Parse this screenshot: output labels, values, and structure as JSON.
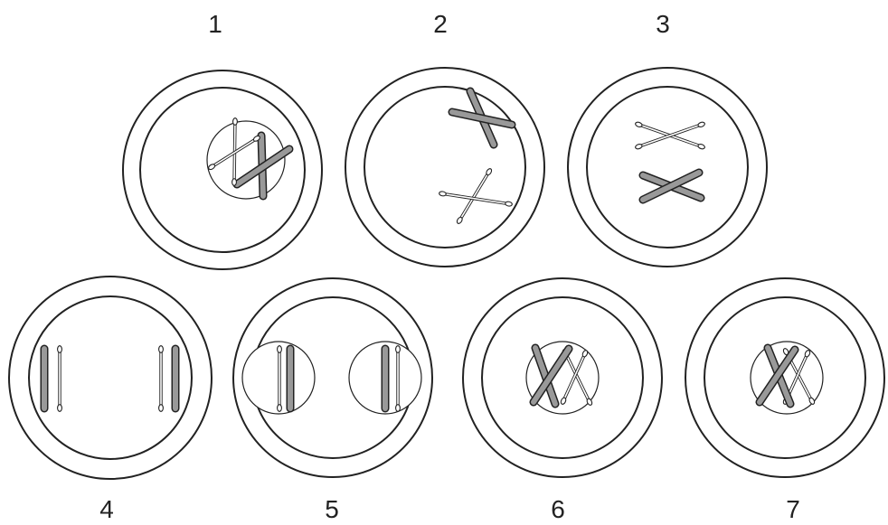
{
  "figure": {
    "cells": [
      {
        "label": "1"
      },
      {
        "label": "2"
      },
      {
        "label": "3"
      },
      {
        "label": "4"
      },
      {
        "label": "5"
      },
      {
        "label": "6"
      },
      {
        "label": "7"
      }
    ],
    "colors": {
      "outline": "#222222",
      "rod_fill": "#999999",
      "background": "#ffffff"
    }
  }
}
